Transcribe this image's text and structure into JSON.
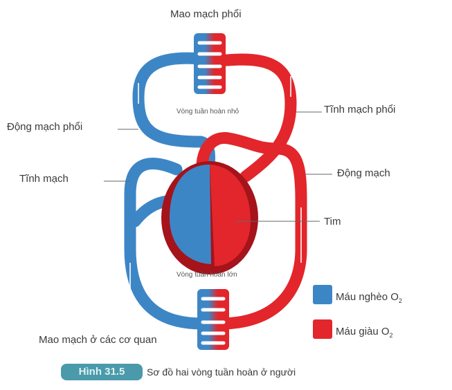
{
  "labels": {
    "pulmonary_capillaries": "Mao mạch phổi",
    "pulmonary_circulation": "Vòng tuần hoàn nhỏ",
    "pulmonary_vein": "Tĩnh mạch phổi",
    "pulmonary_artery": "Động mạch phổi",
    "vein": "Tĩnh mạch",
    "artery": "Động mạch",
    "heart": "Tim",
    "systemic_circulation": "Vòng tuần hoàn lớn",
    "organ_capillaries": "Mao mạch ở các cơ quan"
  },
  "legend": [
    {
      "label": "Máu nghèo O",
      "sub": "2",
      "color": "#3d86c6"
    },
    {
      "label": "Máu giàu O",
      "sub": "2",
      "color": "#e2262b"
    }
  ],
  "caption": {
    "figure": "Hình 31.5",
    "text": "Sơ đồ hai vòng tuần hoàn ở người"
  }
}
